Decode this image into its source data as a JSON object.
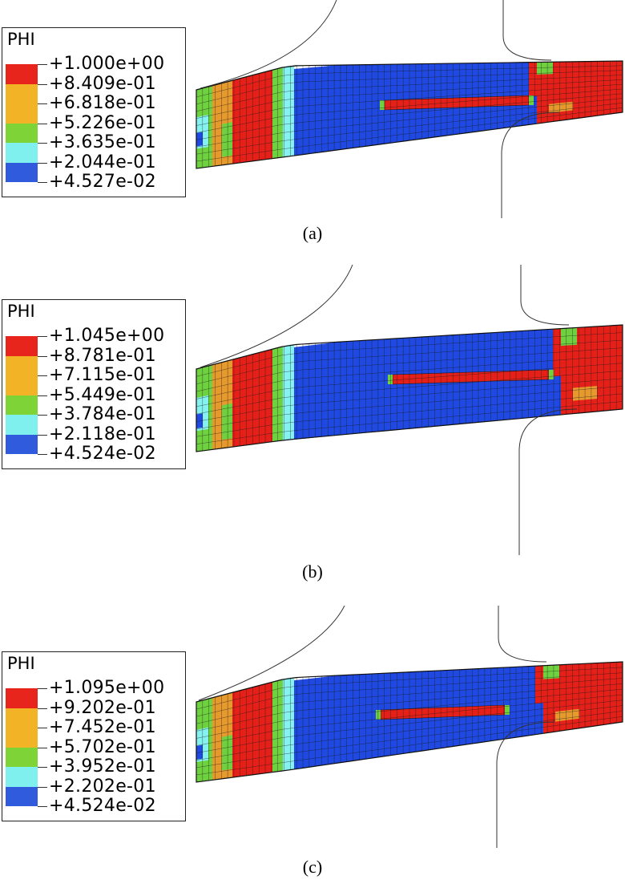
{
  "legend_colors": [
    "#e8251c",
    "#f2b426",
    "#7ed336",
    "#7ed336",
    "#7ff0ee",
    "#2f5bdc"
  ],
  "field_colors": {
    "blue": "#1f49e0",
    "red": "#e42019",
    "orange": "#e69a2e",
    "green": "#6fd140",
    "cyan": "#86f2f0",
    "mesh": "#1a1a1a"
  },
  "panels": [
    {
      "id": "a",
      "legend": {
        "title": "PHI",
        "labels": [
          "+1.000e+00",
          "+8.409e-01",
          "+6.818e-01",
          "+5.226e-01",
          "+3.635e-01",
          "+2.044e-01",
          "+4.527e-02"
        ]
      },
      "caption": "(a)"
    },
    {
      "id": "b",
      "legend": {
        "title": "PHI",
        "labels": [
          "+1.045e+00",
          "+8.781e-01",
          "+7.115e-01",
          "+5.449e-01",
          "+3.784e-01",
          "+2.118e-01",
          "+4.524e-02"
        ]
      },
      "caption": "(b)"
    },
    {
      "id": "c",
      "legend": {
        "title": "PHI",
        "labels": [
          "+1.095e+00",
          "+9.202e-01",
          "+7.452e-01",
          "+5.702e-01",
          "+3.952e-01",
          "+2.202e-01",
          "+4.524e-02"
        ]
      },
      "caption": "(c)"
    }
  ]
}
